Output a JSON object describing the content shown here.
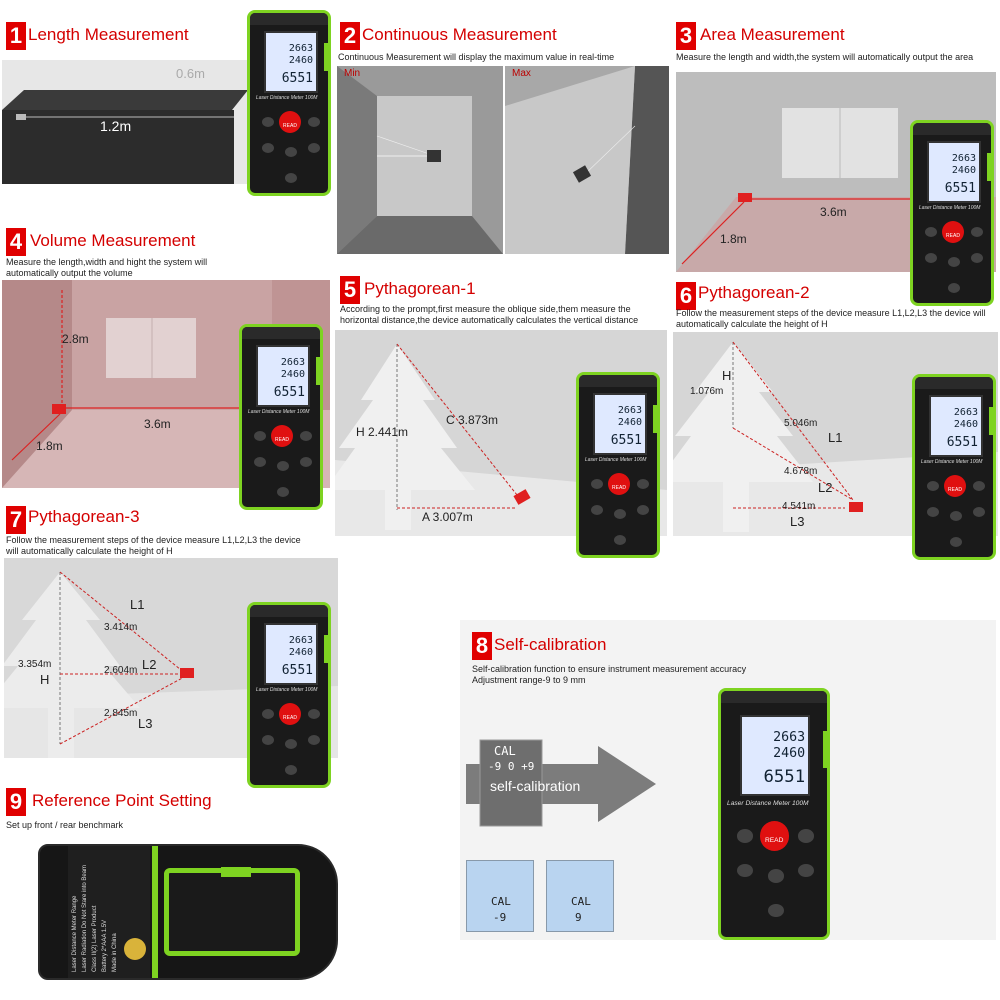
{
  "device_display": {
    "line1": "2663",
    "line2": "2460",
    "line3": "6551",
    "brand": "Laser Distance Meter 100M",
    "read_label": "READ"
  },
  "panels": [
    {
      "num": "1",
      "title": "Length Measurement",
      "desc": "",
      "labels": {
        "length": "1.2m",
        "width": "0.6m"
      }
    },
    {
      "num": "2",
      "title": "Continuous Measurement",
      "desc": "Continuous Measurement will display the maximum value in real-time",
      "labels": {
        "min": "Min",
        "max": "Max"
      }
    },
    {
      "num": "3",
      "title": "Area Measurement",
      "desc": "Measure the length and width,the system will automatically output the area",
      "labels": {
        "length": "3.6m",
        "width": "1.8m"
      }
    },
    {
      "num": "4",
      "title": "Volume Measurement",
      "desc": "Measure the length,width and hight the system will automatically output the volume",
      "labels": {
        "height": "2.8m",
        "length": "3.6m",
        "width": "1.8m"
      }
    },
    {
      "num": "5",
      "title": "Pythagorean-1",
      "desc": "According to the prompt,first measure the oblique side,them measure the horizontal distance,the device automatically calculates the vertical distance",
      "labels": {
        "h": "H 2.441m",
        "c": "C 3.873m",
        "a": "A 3.007m"
      }
    },
    {
      "num": "6",
      "title": "Pythagorean-2",
      "desc": "Follow the measurement steps of the device measure L1,L2,L3 the device will automatically calculate the height of H",
      "labels": {
        "h": "H",
        "h_val": "1.076m",
        "l1_val": "5.046m",
        "l1": "L1",
        "l2_val": "4.678m",
        "l2": "L2",
        "l3_val": "4.541m",
        "l3": "L3"
      }
    },
    {
      "num": "7",
      "title": "Pythagorean-3",
      "desc": "Follow the measurement steps of the device measure L1,L2,L3 the device will automatically calculate the height of H",
      "labels": {
        "l1": "L1",
        "l1_val": "3.414m",
        "h_val": "3.354m",
        "h": "H",
        "l2_val": "2.604m",
        "l2": "L2",
        "l3_val": "2.845m",
        "l3": "L3"
      }
    },
    {
      "num": "8",
      "title": "Self-calibration",
      "desc": "Self-calibration function to ensure instrument measurement accuracy Adjustment range-9 to 9 mm",
      "labels": {
        "cal": "CAL",
        "range": "-9 0 +9",
        "arrow": "self-calibration",
        "screen_a_1": "CAL",
        "screen_a_2": "-9",
        "screen_b_1": "CAL",
        "screen_b_2": "9"
      }
    },
    {
      "num": "9",
      "title": "Reference Point Setting",
      "desc": "Set up front / rear benchmark",
      "labels": {
        "label_1": "Laser Distance Meter Range",
        "label_2": "Laser Radiation Do Not Stare into Beam",
        "label_3": "Class II(2) Laser Product",
        "label_4": "Battery 2*AAA 1.5V",
        "label_5": "Made in China"
      }
    }
  ]
}
